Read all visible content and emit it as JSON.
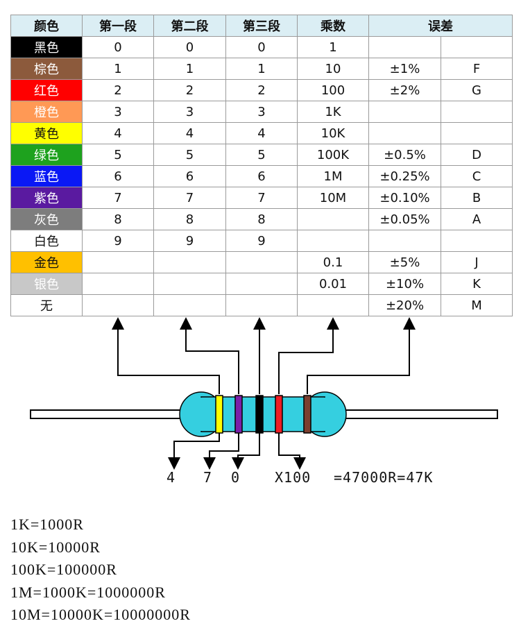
{
  "table": {
    "headers": [
      "颜色",
      "第一段",
      "第二段",
      "第三段",
      "乘数",
      "误差"
    ],
    "rows": [
      {
        "color": "黑色",
        "bg": "#000000",
        "fg": "#ffffff",
        "d1": "0",
        "d2": "0",
        "d3": "0",
        "mult": "1",
        "tol": "",
        "code": ""
      },
      {
        "color": "棕色",
        "bg": "#8c5a3c",
        "fg": "#ffffff",
        "d1": "1",
        "d2": "1",
        "d3": "1",
        "mult": "10",
        "tol": "±1%",
        "code": "F"
      },
      {
        "color": "红色",
        "bg": "#ff0000",
        "fg": "#ffffff",
        "d1": "2",
        "d2": "2",
        "d3": "2",
        "mult": "100",
        "tol": "±2%",
        "code": "G"
      },
      {
        "color": "橙色",
        "bg": "#ff9955",
        "fg": "#ffffff",
        "d1": "3",
        "d2": "3",
        "d3": "3",
        "mult": "1K",
        "tol": "",
        "code": ""
      },
      {
        "color": "黄色",
        "bg": "#ffff00",
        "fg": "#111111",
        "d1": "4",
        "d2": "4",
        "d3": "4",
        "mult": "10K",
        "tol": "",
        "code": ""
      },
      {
        "color": "绿色",
        "bg": "#1ea21e",
        "fg": "#ffffff",
        "d1": "5",
        "d2": "5",
        "d3": "5",
        "mult": "100K",
        "tol": "±0.5%",
        "code": "D"
      },
      {
        "color": "蓝色",
        "bg": "#0a18f5",
        "fg": "#ffffff",
        "d1": "6",
        "d2": "6",
        "d3": "6",
        "mult": "1M",
        "tol": "±0.25%",
        "code": "C"
      },
      {
        "color": "紫色",
        "bg": "#5a1aa0",
        "fg": "#ffffff",
        "d1": "7",
        "d2": "7",
        "d3": "7",
        "mult": "10M",
        "tol": "±0.10%",
        "code": "B"
      },
      {
        "color": "灰色",
        "bg": "#7d7d7d",
        "fg": "#ffffff",
        "d1": "8",
        "d2": "8",
        "d3": "8",
        "mult": "",
        "tol": "±0.05%",
        "code": "A"
      },
      {
        "color": "白色",
        "bg": "#ffffff",
        "fg": "#111111",
        "d1": "9",
        "d2": "9",
        "d3": "9",
        "mult": "",
        "tol": "",
        "code": ""
      },
      {
        "color": "金色",
        "bg": "#ffc000",
        "fg": "#111111",
        "d1": "",
        "d2": "",
        "d3": "",
        "mult": "0.1",
        "tol": "±5%",
        "code": "J"
      },
      {
        "color": "银色",
        "bg": "#c8c8c8",
        "fg": "#ffffff",
        "d1": "",
        "d2": "",
        "d3": "",
        "mult": "0.01",
        "tol": "±10%",
        "code": "K"
      },
      {
        "color": "无",
        "bg": "#ffffff",
        "fg": "#111111",
        "d1": "",
        "d2": "",
        "d3": "",
        "mult": "",
        "tol": "±20%",
        "code": "M"
      }
    ]
  },
  "resistor": {
    "body_color": "#35cfe0",
    "band_colors": [
      "#ffff00",
      "#7a1fa8",
      "#000000",
      "#ee1c24",
      "#7b3f2f"
    ]
  },
  "example": {
    "digit1": "4",
    "digit2": "7",
    "digit3": "0",
    "multiplier": "X100",
    "result": "=47000R=47K"
  },
  "notes": [
    "1K=1000R",
    "10K=10000R",
    "100K=100000R",
    "1M=1000K=1000000R",
    "10M=10000K=10000000R"
  ]
}
